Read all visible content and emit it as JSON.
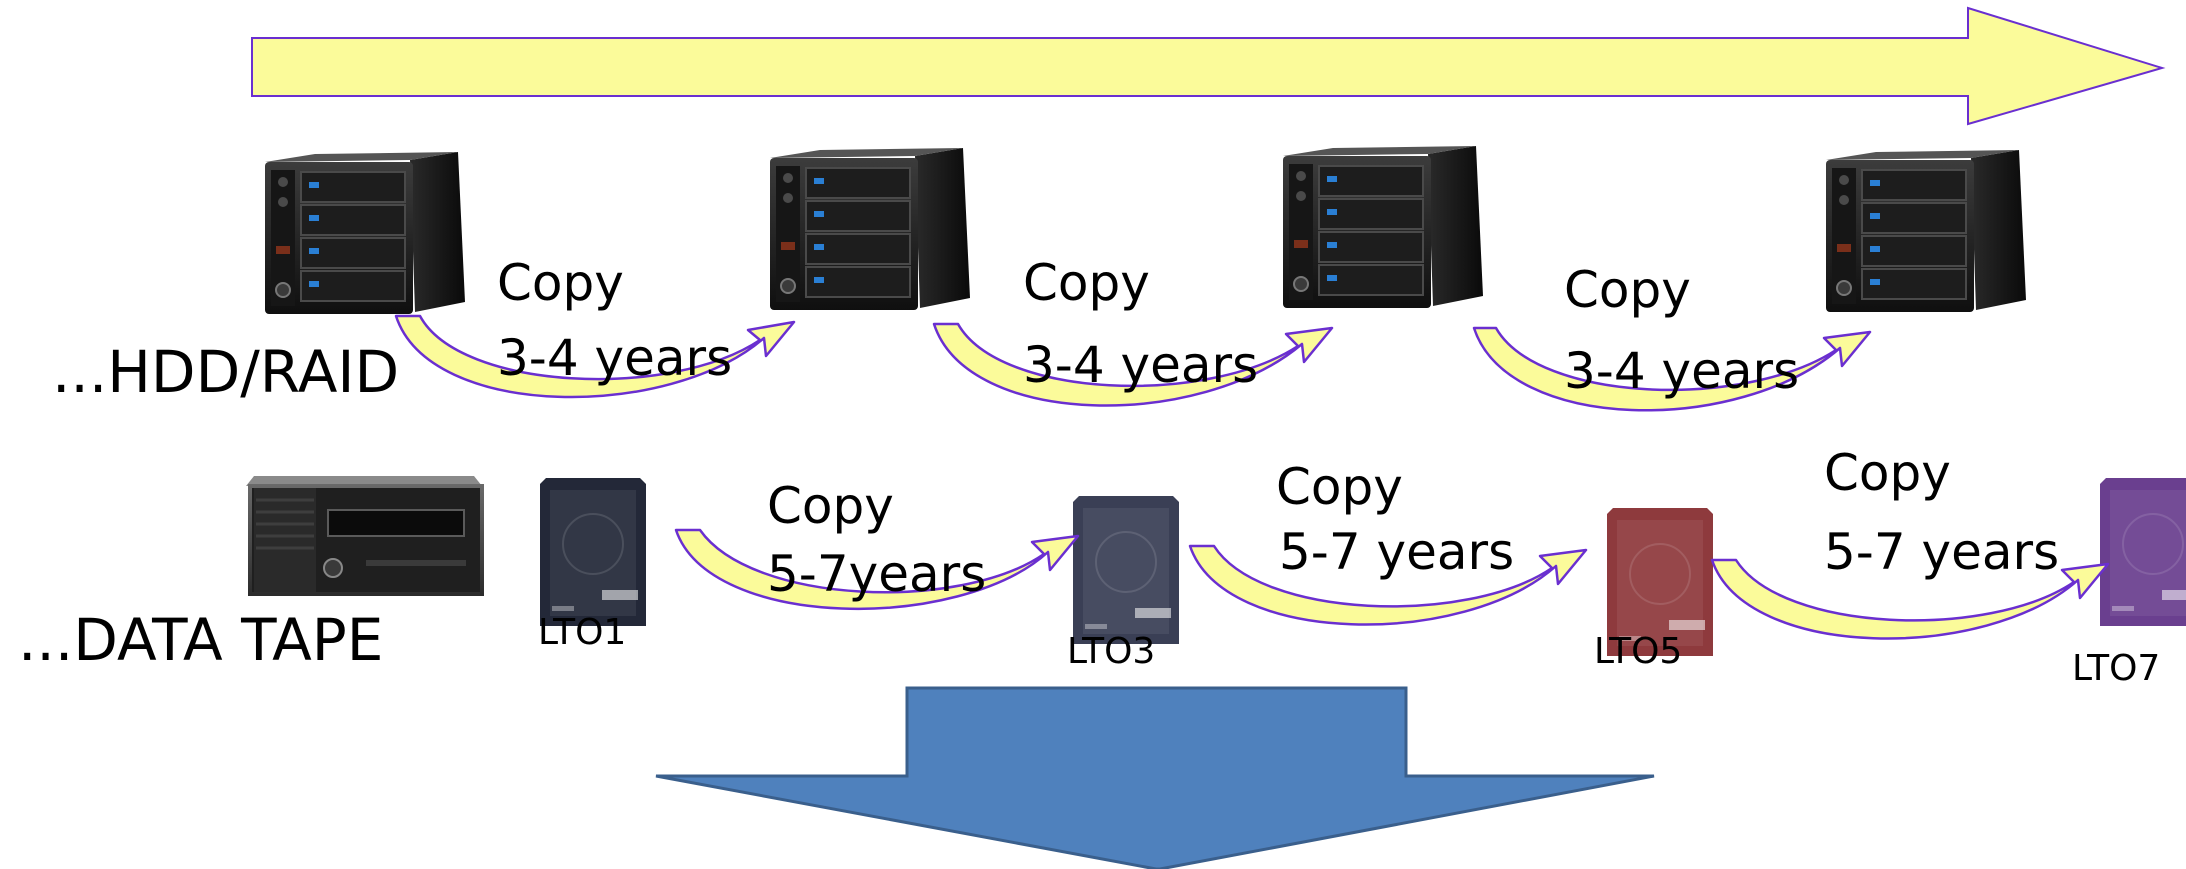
{
  "rows": {
    "hdd": {
      "label": "...HDD/RAID",
      "copies": [
        {
          "copy": "Copy",
          "period": "3-4 years"
        },
        {
          "copy": "Copy",
          "period": "3-4 years"
        },
        {
          "copy": "Copy",
          "period": "3-4 years"
        }
      ]
    },
    "tape": {
      "label": "...DATA TAPE",
      "copies": [
        {
          "copy": "Copy",
          "period": "5-7years"
        },
        {
          "copy": "Copy",
          "period": "5-7 years"
        },
        {
          "copy": "Copy",
          "period": "5-7 years"
        }
      ],
      "cartridges": [
        "LTO1",
        "LTO3",
        "LTO5",
        "LTO7"
      ]
    }
  },
  "icons": {
    "nas": "nas-server-icon",
    "tape_drive": "tape-drive-icon",
    "cartridge": "tape-cartridge-icon"
  },
  "colors": {
    "arrow_fill": "#fbfb9a",
    "arrow_stroke": "#6a2fd0",
    "down_arrow": "#4f81bd",
    "down_arrow_stroke": "#3a5f8c",
    "cartridge_colors": [
      "#232838",
      "#3a3f55",
      "#8e3a3d",
      "#6a3f8f"
    ]
  }
}
